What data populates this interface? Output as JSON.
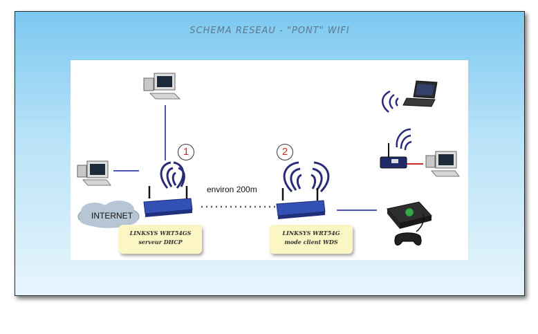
{
  "diagram": {
    "title": "SCHEMA RESEAU - \"PONT\" WIFI",
    "router1": {
      "number": "1",
      "line1": "LINKSYS WRT54GS",
      "line2": "serveur DHCP"
    },
    "router2": {
      "number": "2",
      "line1": "LINKSYS WRT54G",
      "line2": "mode client WDS"
    },
    "distance": "environ 200m",
    "cloud": "INTERNET"
  },
  "colors": {
    "link_line": "#4a55b5",
    "red_link": "#cc2a2a",
    "badge_text": "#cc2a2a",
    "note_bg": "#fbf6c3"
  }
}
